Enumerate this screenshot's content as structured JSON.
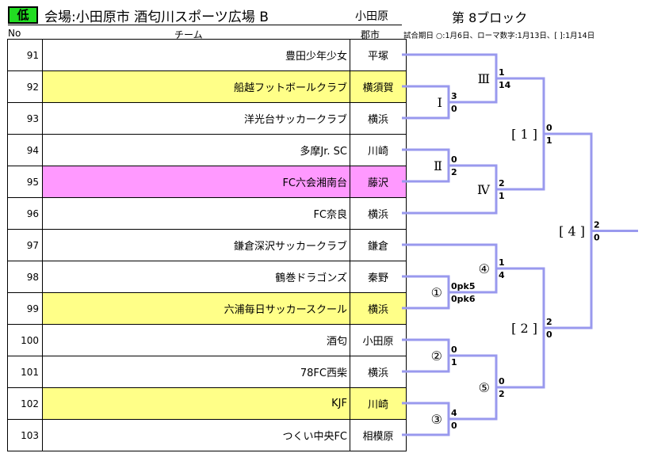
{
  "header": {
    "level_badge": "低",
    "venue_title": "会場:小田原市  酒匂川スポーツ広場  B",
    "venue_city": "小田原",
    "block_title": "第 8ブロック",
    "schedule_note": "試合期日  ○:1月6日、ローマ数字:1月13日、[ ]:1月14日",
    "level_badge_color": "#22dd22"
  },
  "columns": {
    "no": "No",
    "team": "チーム",
    "city": "郡市"
  },
  "colors": {
    "highlight_yellow": "#ffff88",
    "highlight_pink": "#ff99ff",
    "bracket_line": "#9999ee"
  },
  "teams": [
    {
      "no": "91",
      "name": "豊田少年少女",
      "city": "平塚",
      "highlight": ""
    },
    {
      "no": "92",
      "name": "船越フットボールクラブ",
      "city": "横須賀",
      "highlight": "yellow"
    },
    {
      "no": "93",
      "name": "洋光台サッカークラブ",
      "city": "横浜",
      "highlight": ""
    },
    {
      "no": "94",
      "name": "多摩Jr. SC",
      "city": "川崎",
      "highlight": ""
    },
    {
      "no": "95",
      "name": "FC六会湘南台",
      "city": "藤沢",
      "highlight": "pink"
    },
    {
      "no": "96",
      "name": "FC奈良",
      "city": "横浜",
      "highlight": ""
    },
    {
      "no": "97",
      "name": "鎌倉深沢サッカークラブ",
      "city": "鎌倉",
      "highlight": ""
    },
    {
      "no": "98",
      "name": "鶴巻ドラゴンズ",
      "city": "秦野",
      "highlight": ""
    },
    {
      "no": "99",
      "name": "六浦毎日サッカースクール",
      "city": "横浜",
      "highlight": "yellow"
    },
    {
      "no": "100",
      "name": "酒匂",
      "city": "小田原",
      "highlight": ""
    },
    {
      "no": "101",
      "name": "78FC西柴",
      "city": "横浜",
      "highlight": ""
    },
    {
      "no": "102",
      "name": "KJF",
      "city": "川崎",
      "highlight": "yellow"
    },
    {
      "no": "103",
      "name": "つくい中央FC",
      "city": "相模原",
      "highlight": ""
    }
  ],
  "matches": [
    {
      "id": "m1",
      "label": "Ⅰ",
      "score_top": "3",
      "score_bottom": "0"
    },
    {
      "id": "m2",
      "label": "Ⅱ",
      "score_top": "0",
      "score_bottom": "2"
    },
    {
      "id": "m3",
      "label": "Ⅲ",
      "score_top": "1",
      "score_bottom": "14"
    },
    {
      "id": "m4",
      "label": "Ⅳ",
      "score_top": "2",
      "score_bottom": "1"
    },
    {
      "id": "c1",
      "label": "①",
      "score_top": "0pk5",
      "score_bottom": "0pk6"
    },
    {
      "id": "c2",
      "label": "②",
      "score_top": "0",
      "score_bottom": "1"
    },
    {
      "id": "c3",
      "label": "③",
      "score_top": "4",
      "score_bottom": "0"
    },
    {
      "id": "c4",
      "label": "④",
      "score_top": "1",
      "score_bottom": "4"
    },
    {
      "id": "c5",
      "label": "⑤",
      "score_top": "0",
      "score_bottom": "2"
    },
    {
      "id": "b1",
      "label": "[ 1 ]",
      "score_top": "0",
      "score_bottom": "1"
    },
    {
      "id": "b2",
      "label": "[ 2 ]",
      "score_top": "2",
      "score_bottom": "0"
    },
    {
      "id": "b4",
      "label": "[ 4 ]",
      "score_top": "2",
      "score_bottom": "0"
    }
  ]
}
